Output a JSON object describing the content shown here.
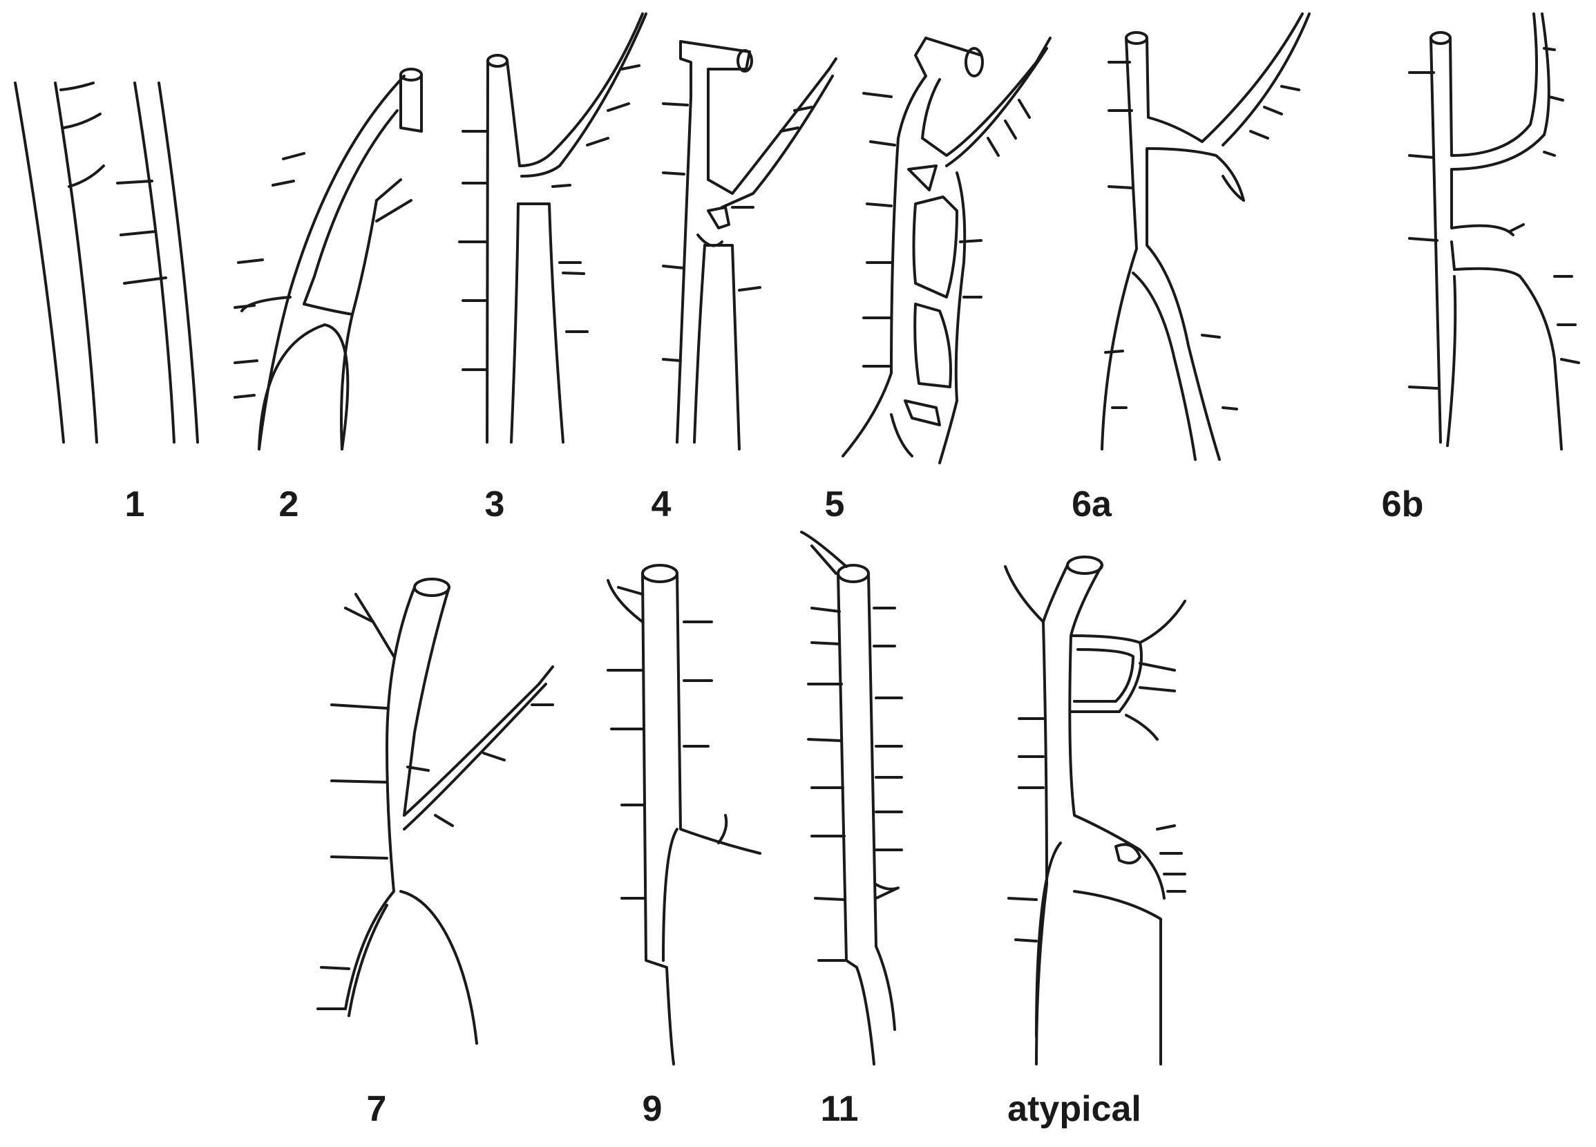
{
  "figure": {
    "labels": [
      "1",
      "2",
      "3",
      "4",
      "5",
      "6a",
      "6b",
      "7",
      "9",
      "11",
      "atypical"
    ]
  }
}
